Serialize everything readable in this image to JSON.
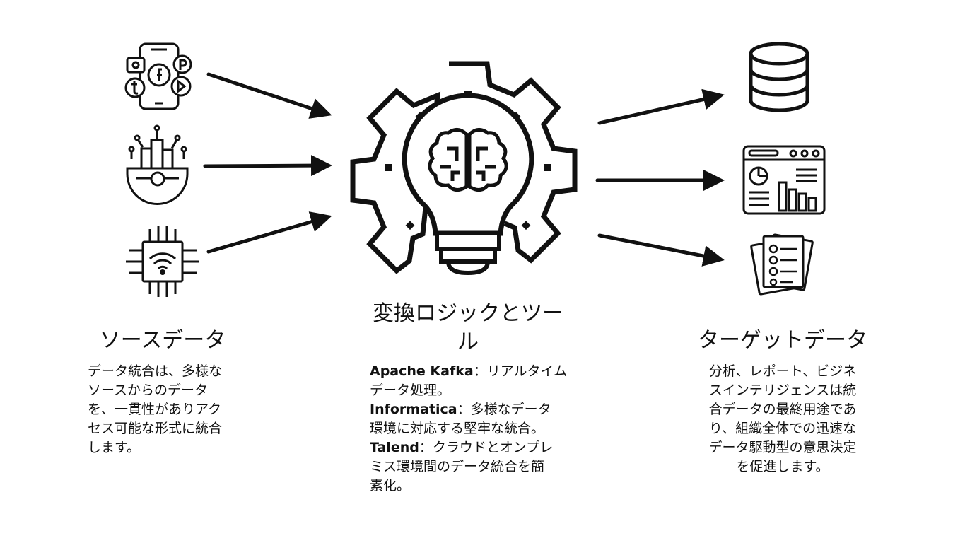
{
  "source": {
    "title": "ソースデータ",
    "description": [
      "データ統合は、多様な",
      "ソースからのデータ",
      "を、一貫性がありアク",
      "セス可能な形式に統合",
      "します。"
    ]
  },
  "center": {
    "title": [
      "変換ロジックとツー",
      "ル"
    ],
    "tools": [
      {
        "name": "Apache Kafka",
        "sep": "：",
        "lines": [
          "リアルタイム",
          "データ処理。"
        ]
      },
      {
        "name": "Informatica",
        "sep": "：",
        "lines": [
          "多様なデータ",
          "環境に対応する堅牢な統合。"
        ]
      },
      {
        "name": "Talend",
        "sep": "：",
        "lines": [
          "クラウドとオンプレ",
          "ミス環境間のデータ統合を簡",
          "素化。"
        ]
      }
    ]
  },
  "target": {
    "title": "ターゲットデータ",
    "description": [
      "分析、レポート、ビジネ",
      "スインテリジェンスは統",
      "合データの最終用途であ",
      "り、組織全体での迅速な",
      "データ駆動型の意思決定",
      "を促進します。"
    ]
  },
  "icons": {
    "source": [
      "social-media-phone-icon",
      "smart-city-gear-icon",
      "wifi-chip-icon"
    ],
    "center": "brain-gear-bulb-icon",
    "target": [
      "database-icon",
      "analytics-dashboard-icon",
      "checklist-report-icon"
    ]
  },
  "colors": {
    "ink": "#111111",
    "background": "#ffffff"
  }
}
